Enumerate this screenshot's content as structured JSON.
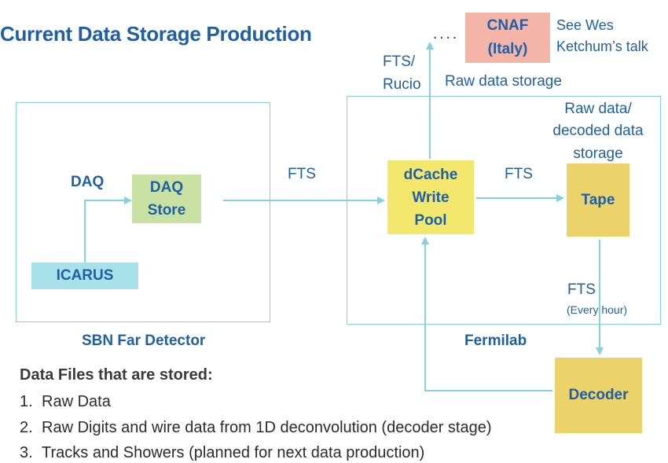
{
  "title": "Current Data Storage Production",
  "regions": {
    "sbn": {
      "caption": "SBN Far Detector"
    },
    "fermilab": {
      "caption": "Fermilab"
    }
  },
  "boxes": {
    "icarus": {
      "label": "ICARUS",
      "color": "#a8e1ea"
    },
    "daq_store": {
      "line1": "DAQ",
      "line2": "Store",
      "color": "#c9e2a4"
    },
    "dcache": {
      "line1": "dCache",
      "line2": "Write",
      "line3": "Pool",
      "color": "#f3e86d"
    },
    "tape": {
      "label": "Tape",
      "color": "#ecd26a"
    },
    "decoder": {
      "label": "Decoder",
      "color": "#ecd26a"
    },
    "cnaf": {
      "line1": "CNAF",
      "line2": "(Italy)",
      "color": "#f4b4a8"
    }
  },
  "labels": {
    "daq": "DAQ",
    "fts_left": "FTS",
    "fts_mid": "FTS",
    "fts_rucio_1": "FTS/",
    "fts_rucio_2": "Rucio",
    "dots": "....",
    "raw_storage": "Raw data storage",
    "raw_decoded_1": "Raw data/",
    "raw_decoded_2": "decoded data",
    "raw_decoded_3": "storage",
    "fts_hour": "FTS",
    "every_hour": "(Every hour)",
    "see_wes_1": "See Wes",
    "see_wes_2": "Ketchum’s talk"
  },
  "list": {
    "heading": "Data Files that are stored:",
    "items": [
      {
        "num": "1.",
        "text": "Raw Data"
      },
      {
        "num": "2.",
        "text": "Raw Digits and wire data from 1D deconvolution (decoder stage)"
      },
      {
        "num": "3.",
        "text": "Tracks and Showers (planned for next data production)"
      }
    ]
  },
  "colors": {
    "accent_blue": "#1f5fa6",
    "arrow": "#86d0e0"
  }
}
